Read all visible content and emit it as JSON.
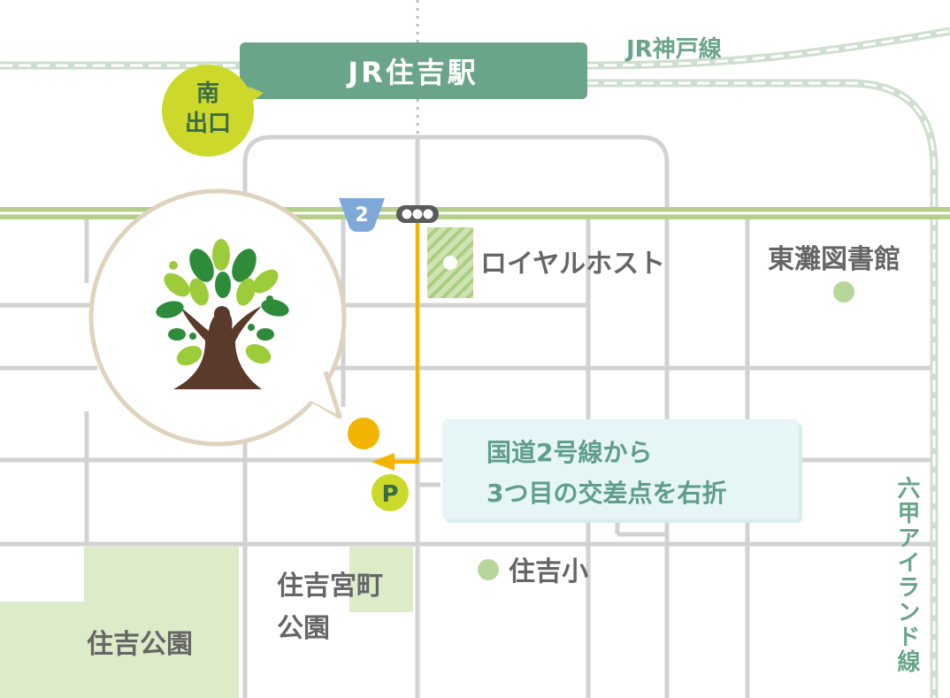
{
  "station": {
    "name": "JR住吉駅"
  },
  "railway": {
    "name": "JR神戸線"
  },
  "exit": {
    "line1": "南",
    "line2": "出口"
  },
  "liner": {
    "name": "六甲アイランド線"
  },
  "route": {
    "number": "2"
  },
  "landmarks": {
    "royal_host": "ロイヤルホスト",
    "library": "東灘図書館",
    "school": "住吉小",
    "park_large": "住吉公園",
    "park_small_line1": "住吉宮町",
    "park_small_line2": "公園"
  },
  "parking": {
    "symbol": "P"
  },
  "callout": {
    "line1": "国道2号線から",
    "line2": "3つ目の交差点を右折"
  },
  "colors": {
    "road": "#d2d2d2",
    "highway": "#b3cf8a",
    "rail": "#cfdfcf",
    "station_box": "#6aa58a",
    "exit_badge": "#cdd92a",
    "route_shield": "#7ea8d8",
    "route_line": "#f2b400",
    "destination": "#f2b400",
    "park": "#dcebc8",
    "callout_bg": "#e6f5f5",
    "callout_text": "#5f9e8a",
    "bubble_border": "#e0d3bd",
    "tree_leaf_dark": "#2e8b3a",
    "tree_leaf_light": "#9dcc3a",
    "tree_trunk": "#5a3a2a"
  },
  "icons": [
    "tree-logo-icon",
    "traffic-signal-icon",
    "route-shield-icon",
    "parking-icon",
    "destination-dot-icon"
  ]
}
